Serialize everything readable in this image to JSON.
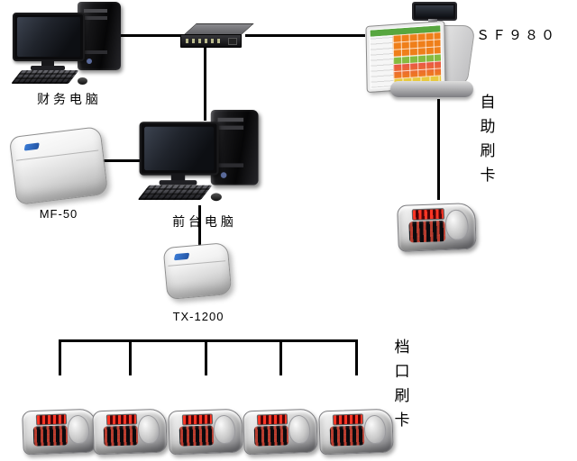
{
  "labels": {
    "finance_pc": "财 务 电 脑",
    "mf50": "MF-50",
    "front_pc": "前 台 电 脑",
    "tx1200": "TX-1200",
    "pos_model": "ＳＦ９８０",
    "self_service": "自\n助\n刷\n卡",
    "stall_swipe": "档\n口\n刷\n卡"
  },
  "colors": {
    "background": "#ffffff",
    "connection_line": "#000000",
    "pos_button_orange": "#ef7f1a",
    "pos_button_green": "#86bb40",
    "reader_led_red": "#ff3524"
  }
}
